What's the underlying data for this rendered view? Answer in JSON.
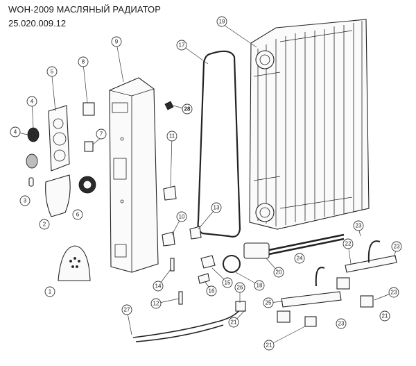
{
  "header": {
    "title": "WOH-2009 МАСЛЯНЫЙ РАДИАТОР",
    "code": "25.020.009.12"
  },
  "callouts": {
    "p1": "1",
    "p2": "2",
    "p3": "3",
    "p4": "4",
    "p5": "5",
    "p6": "6",
    "p7": "7",
    "p8": "8",
    "p9": "9",
    "p10": "10",
    "p11": "11",
    "p12": "12",
    "p13": "13",
    "p14": "14",
    "p15": "15",
    "p16": "16",
    "p17": "17",
    "p18": "18",
    "p19": "19",
    "p20": "20",
    "p21": "21",
    "p22": "22",
    "p23": "23",
    "p24": "24",
    "p25": "25",
    "p26": "26",
    "p27": "27",
    "p28": "28"
  }
}
